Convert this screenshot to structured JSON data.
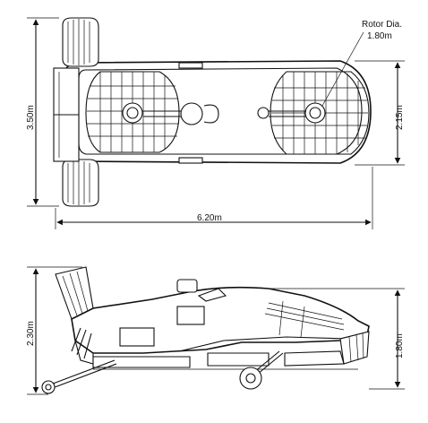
{
  "top_view": {
    "label_rotor": "Rotor Dia.",
    "label_rotor_value": "1.80m",
    "dim_width": "3.50m",
    "dim_inner_width": "2.15m",
    "dim_length": "6.20m"
  },
  "side_view": {
    "dim_total_height": "2.30m",
    "dim_body_height": "1.80m"
  }
}
